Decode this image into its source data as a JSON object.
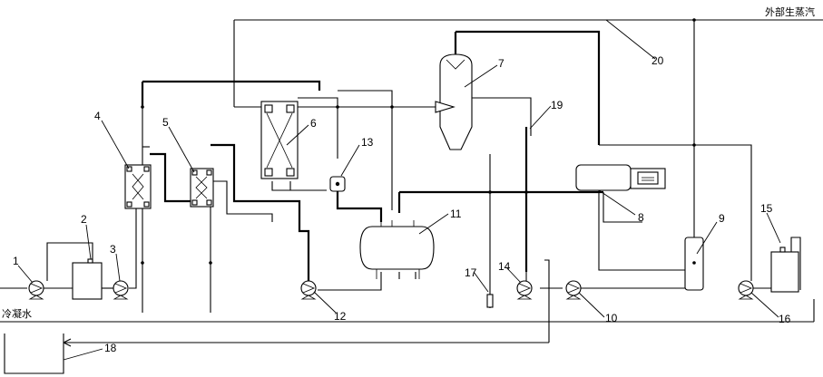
{
  "labels": {
    "external_steam": "外部生蒸汽",
    "cooling_water": "冷凝水"
  },
  "components": [
    {
      "id": "1"
    },
    {
      "id": "2"
    },
    {
      "id": "3"
    },
    {
      "id": "4"
    },
    {
      "id": "5"
    },
    {
      "id": "6"
    },
    {
      "id": "7"
    },
    {
      "id": "8"
    },
    {
      "id": "9"
    },
    {
      "id": "10"
    },
    {
      "id": "11"
    },
    {
      "id": "12"
    },
    {
      "id": "13"
    },
    {
      "id": "14"
    },
    {
      "id": "15"
    },
    {
      "id": "16"
    },
    {
      "id": "17"
    },
    {
      "id": "18"
    },
    {
      "id": "19"
    },
    {
      "id": "20"
    }
  ]
}
